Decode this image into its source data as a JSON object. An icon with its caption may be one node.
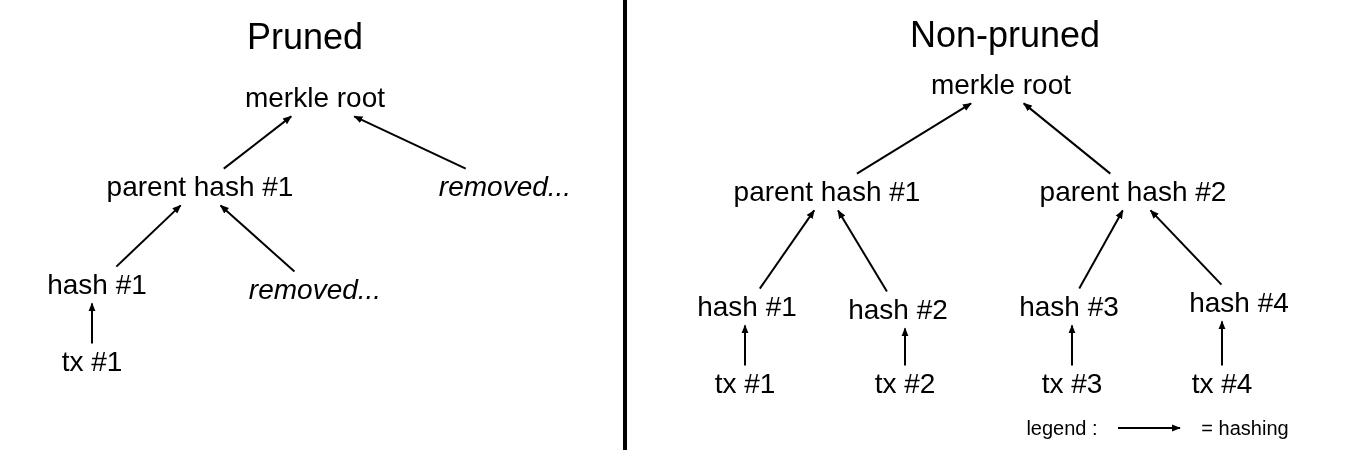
{
  "diagram": {
    "nodes": [
      {
        "text": [
          "merkle root"
        ]
      },
      {
        "text": [
          "parent hash #1"
        ]
      },
      {
        "text": [
          "removed..."
        ]
      },
      {
        "text": [
          "hash #1"
        ]
      },
      {
        "text": [
          "removed..."
        ]
      },
      {
        "text": [
          "tx #1"
        ]
      },
      {
        "text": [
          "merkle root"
        ]
      },
      {
        "text": [
          "parent hash #1"
        ]
      },
      {
        "text": [
          "parent hash #2"
        ]
      },
      {
        "text": [
          "hash #1"
        ]
      },
      {
        "text": [
          "hash #2"
        ]
      },
      {
        "text": [
          "hash #3"
        ]
      },
      {
        "text": [
          "hash #4"
        ]
      },
      {
        "text": [
          "tx #1"
        ]
      },
      {
        "text": [
          "tx #2"
        ]
      },
      {
        "text": [
          "tx #3"
        ]
      },
      {
        "text": [
          "tx #4"
        ]
      }
    ],
    "edges": [
      {
        "from": 1,
        "to": 0,
        "arrow": "to"
      },
      {
        "from": 2,
        "to": 0,
        "arrow": "to"
      },
      {
        "from": 3,
        "to": 1,
        "arrow": "to"
      },
      {
        "from": 4,
        "to": 1,
        "arrow": "to"
      },
      {
        "from": 5,
        "to": 3,
        "arrow": "to"
      },
      {
        "from": 7,
        "to": 6,
        "arrow": "to"
      },
      {
        "from": 8,
        "to": 6,
        "arrow": "to"
      },
      {
        "from": 9,
        "to": 7,
        "arrow": "to"
      },
      {
        "from": 10,
        "to": 7,
        "arrow": "to"
      },
      {
        "from": 11,
        "to": 8,
        "arrow": "to"
      },
      {
        "from": 12,
        "to": 8,
        "arrow": "to"
      },
      {
        "from": 13,
        "to": 9,
        "arrow": "to"
      },
      {
        "from": 14,
        "to": 10,
        "arrow": "to"
      },
      {
        "from": 15,
        "to": 11,
        "arrow": "to"
      },
      {
        "from": 16,
        "to": 12,
        "arrow": "to"
      }
    ],
    "labels": [
      "Pruned",
      "Non-pruned",
      "legend :"
    ],
    "legend": [
      {
        "text": "= hashing"
      }
    ]
  }
}
